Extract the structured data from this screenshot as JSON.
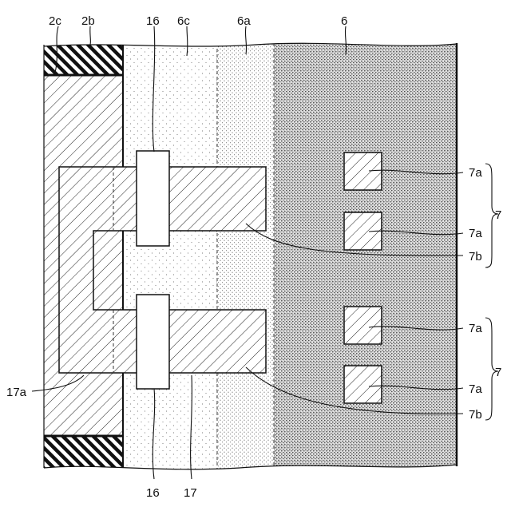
{
  "labels": {
    "l2c": "2c",
    "l2b": "2b",
    "l16_top": "16",
    "l6c": "6c",
    "l6a": "6a",
    "l6": "6",
    "l7a_1": "7a",
    "l7a_2": "7a",
    "l7b_1": "7b",
    "l7_1": "7",
    "l7a_3": "7a",
    "l7a_4": "7a",
    "l7b_2": "7b",
    "l7_2": "7",
    "l17a": "17a",
    "l16_bottom": "16",
    "l17": "17"
  }
}
